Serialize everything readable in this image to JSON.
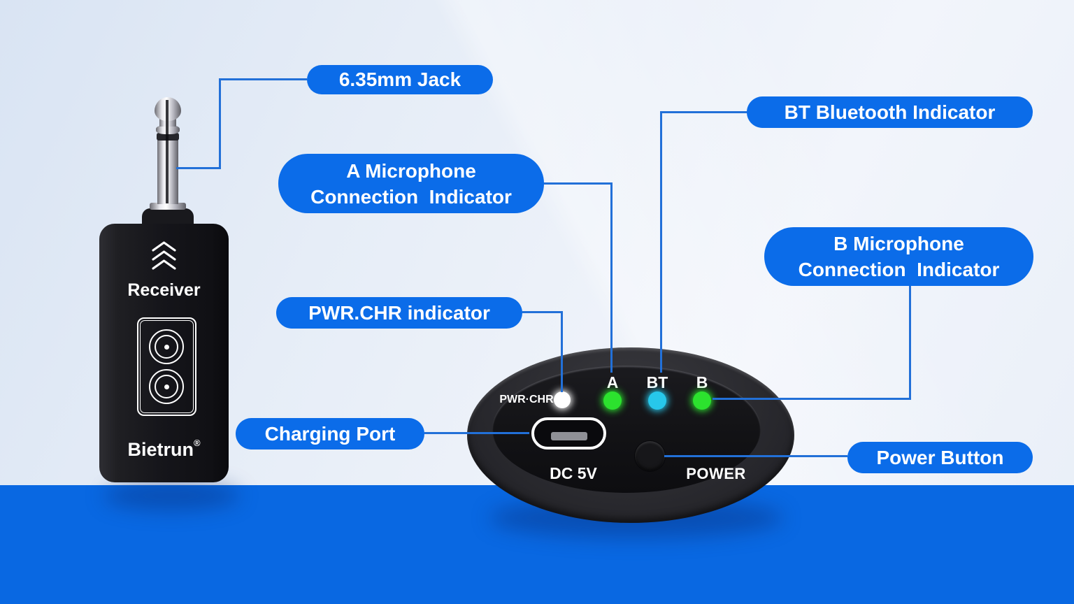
{
  "colors": {
    "accent_blue": "#0b6ce9",
    "band_blue": "#0968e2",
    "line_blue": "#2270d8",
    "led_green": "#2ce22e",
    "led_cyan": "#27c7ea",
    "led_white": "#ffffff"
  },
  "callouts": [
    {
      "id": "jack",
      "label": "6.35mm Jack"
    },
    {
      "id": "a-mic-indicator",
      "label": "A Microphone\nConnection  Indicator"
    },
    {
      "id": "bt-indicator",
      "label": "BT Bluetooth Indicator"
    },
    {
      "id": "b-mic-indicator",
      "label": "B Microphone\nConnection  Indicator"
    },
    {
      "id": "pwr-chr-indicator",
      "label": "PWR.CHR indicator"
    },
    {
      "id": "charging-port",
      "label": "Charging Port"
    },
    {
      "id": "power-button",
      "label": "Power Button"
    }
  ],
  "receiver": {
    "label": "Receiver",
    "brand": "Bietrun",
    "brand_mark": "®"
  },
  "panel": {
    "pwr_led_label": "PWR·CHR",
    "indicator_a": "A",
    "indicator_bt": "BT",
    "indicator_b": "B",
    "port_label": "DC 5V",
    "power_label": "POWER"
  }
}
